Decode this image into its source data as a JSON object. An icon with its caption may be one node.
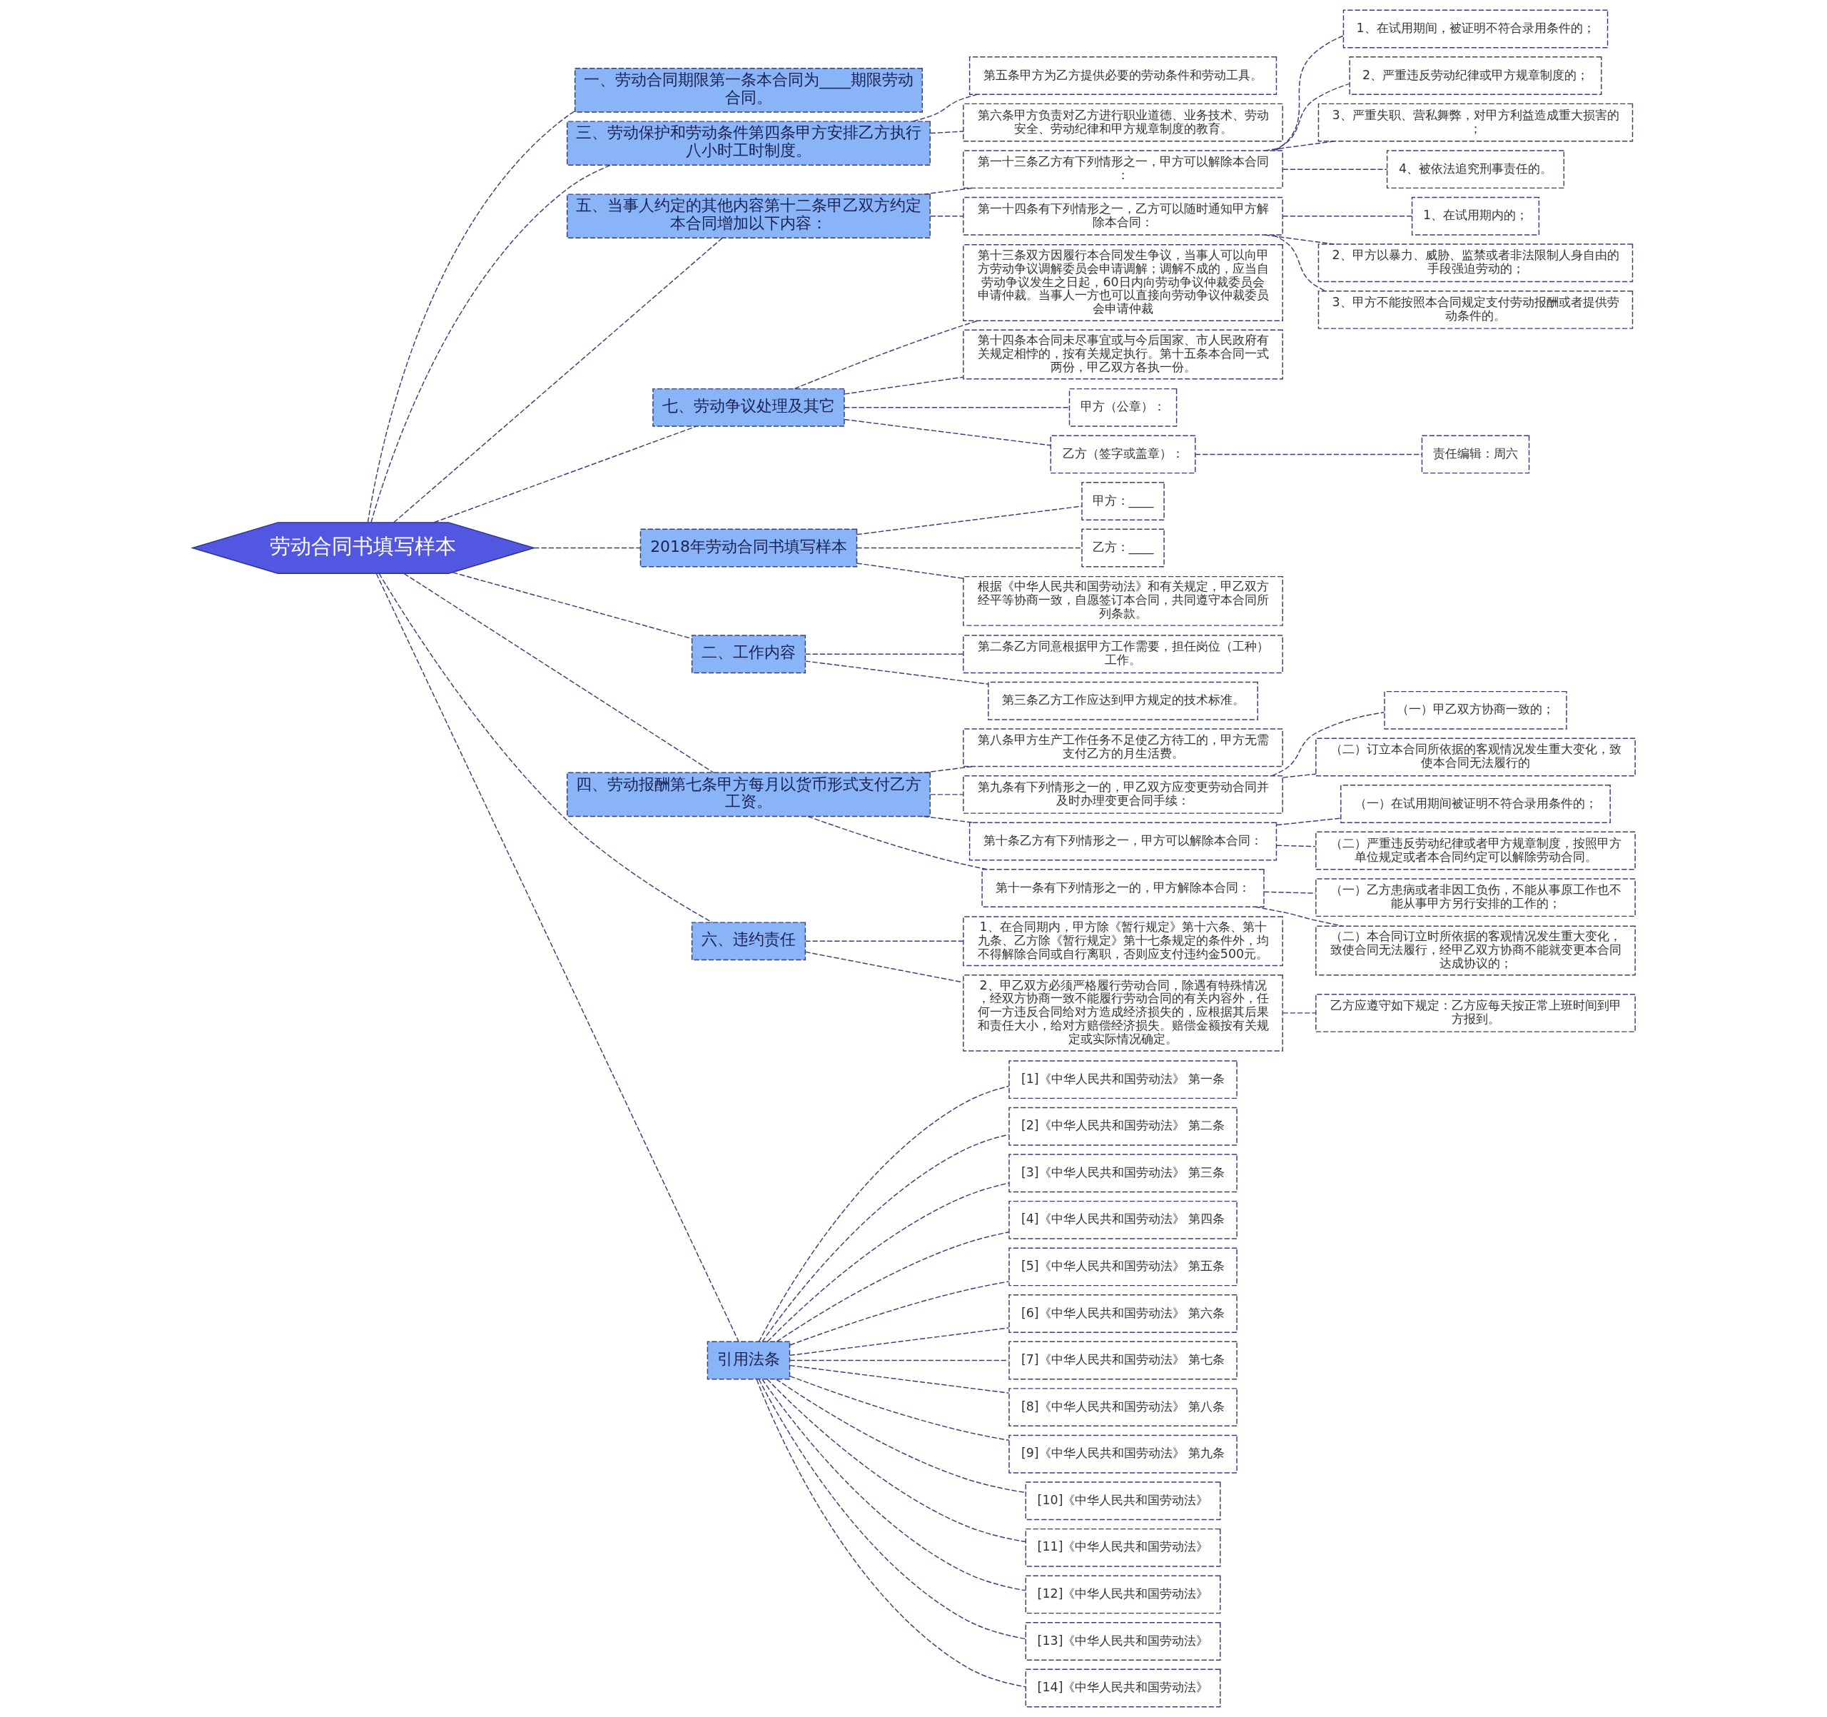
{
  "diagram": {
    "nodes": [
      {
        "text": [
          "劳动合同书填写样本"
        ]
      },
      {
        "text": [
          "一、劳动合同期限第一条本合同为____期限劳动合同。"
        ]
      },
      {
        "text": [
          "三、劳动保护和劳动条件第四条甲方安排乙方执行八小时工时制度。"
        ]
      },
      {
        "text": [
          "第五条甲方为乙方提供必要的劳动条件和劳动工具。"
        ]
      },
      {
        "text": [
          "第六条甲方负责对乙方进行职业道德、业务技术、劳动安全、劳动纪律和甲方规章制度的教育。"
        ]
      },
      {
        "text": [
          "五、当事人约定的其他内容第十二条甲乙双方约定本合同增加以下内容："
        ]
      },
      {
        "text": [
          "第一十三条乙方有下列情形之一，甲方可以解除本合同："
        ]
      },
      {
        "text": [
          "1、在试用期间，被证明不符合录用条件的；"
        ]
      },
      {
        "text": [
          "2、严重违反劳动纪律或甲方规章制度的；"
        ]
      },
      {
        "text": [
          "3、严重失职、营私舞弊，对甲方利益造成重大损害的；"
        ]
      },
      {
        "text": [
          "4、被依法追究刑事责任的。"
        ]
      },
      {
        "text": [
          "第一十四条有下列情形之一，乙方可以随时通知甲方解除本合同："
        ]
      },
      {
        "text": [
          "1、在试用期内的；"
        ]
      },
      {
        "text": [
          "2、甲方以暴力、威胁、监禁或者非法限制人身自由的手段强迫劳动的；"
        ]
      },
      {
        "text": [
          "3、甲方不能按照本合同规定支付劳动报酬或者提供劳动条件的。"
        ]
      },
      {
        "text": [
          "七、劳动争议处理及其它"
        ]
      },
      {
        "text": [
          "第十三条双方因履行本合同发生争议，当事人可以向甲方劳动争议调解委员会申请调解；调解不成的，应当自劳动争议发生之日起，60日内向劳动争议仲裁委员会申请仲裁。当事人一方也可以直接向劳动争议仲裁委员会申请仲裁"
        ]
      },
      {
        "text": [
          "第十四条本合同未尽事宜或与今后国家、市人民政府有关规定相悖的，按有关规定执行。第十五条本合同一式两份，甲乙双方各执一份。"
        ]
      },
      {
        "text": [
          "甲方（公章）："
        ]
      },
      {
        "text": [
          "乙方（签字或盖章）："
        ]
      },
      {
        "text": [
          "责任编辑：周六"
        ]
      },
      {
        "text": [
          "2018年劳动合同书填写样本"
        ]
      },
      {
        "text": [
          "甲方：____"
        ]
      },
      {
        "text": [
          "乙方：____"
        ]
      },
      {
        "text": [
          "根据《中华人民共和国劳动法》和有关规定，甲乙双方经平等协商一致，自愿签订本合同，共同遵守本合同所列条款。"
        ]
      },
      {
        "text": [
          "二、工作内容"
        ]
      },
      {
        "text": [
          "第二条乙方同意根据甲方工作需要，担任岗位（工种）工作。"
        ]
      },
      {
        "text": [
          "第三条乙方工作应达到甲方规定的技术标准。"
        ]
      },
      {
        "text": [
          "四、劳动报酬第七条甲方每月以货币形式支付乙方工资。"
        ]
      },
      {
        "text": [
          "第八条甲方生产工作任务不足使乙方待工的，甲方无需支付乙方的月生活费。"
        ]
      },
      {
        "text": [
          "第九条有下列情形之一的，甲乙双方应变更劳动合同并及时办理变更合同手续："
        ]
      },
      {
        "text": [
          "（一）甲乙双方协商一致的；"
        ]
      },
      {
        "text": [
          "（二）订立本合同所依据的客观情况发生重大变化，致使本合同无法履行的"
        ]
      },
      {
        "text": [
          "第十条乙方有下列情形之一，甲方可以解除本合同："
        ]
      },
      {
        "text": [
          "（一）在试用期间被证明不符合录用条件的；"
        ]
      },
      {
        "text": [
          "（二）严重违反劳动纪律或者甲方规章制度，按照甲方单位规定或者本合同约定可以解除劳动合同。"
        ]
      },
      {
        "text": [
          "第十一条有下列情形之一的，甲方解除本合同："
        ]
      },
      {
        "text": [
          "（一）乙方患病或者非因工负伤，不能从事原工作也不能从事甲方另行安排的工作的；"
        ]
      },
      {
        "text": [
          "（二）本合同订立时所依据的客观情况发生重大变化，致使合同无法履行，经甲乙双方协商不能就变更本合同达成协议的；"
        ]
      },
      {
        "text": [
          "六、违约责任"
        ]
      },
      {
        "text": [
          "1、在合同期内，甲方除《暂行规定》第十六条、第十九条、乙方除《暂行规定》第十七条规定的条件外，均不得解除合同或自行离职，否则应支付违约金500元。"
        ]
      },
      {
        "text": [
          "2、甲乙双方必须严格履行劳动合同，除遇有特殊情况，经双方协商一致不能履行劳动合同的有关内容外，任何一方违反合同给对方造成经济损失的，应根据其后果和责任大小，给对方赔偿经济损失。赔偿金额按有关规定或实际情况确定。"
        ]
      },
      {
        "text": [
          "乙方应遵守如下规定：乙方应每天按正常上班时间到甲方报到。"
        ]
      },
      {
        "text": [
          "引用法条"
        ]
      },
      {
        "text": [
          "[1]《中华人民共和国劳动法》 第一条"
        ]
      },
      {
        "text": [
          "[2]《中华人民共和国劳动法》 第二条"
        ]
      },
      {
        "text": [
          "[3]《中华人民共和国劳动法》 第三条"
        ]
      },
      {
        "text": [
          "[4]《中华人民共和国劳动法》 第四条"
        ]
      },
      {
        "text": [
          "[5]《中华人民共和国劳动法》 第五条"
        ]
      },
      {
        "text": [
          "[6]《中华人民共和国劳动法》 第六条"
        ]
      },
      {
        "text": [
          "[7]《中华人民共和国劳动法》 第七条"
        ]
      },
      {
        "text": [
          "[8]《中华人民共和国劳动法》 第八条"
        ]
      },
      {
        "text": [
          "[9]《中华人民共和国劳动法》 第九条"
        ]
      },
      {
        "text": [
          "[10]《中华人民共和国劳动法》"
        ]
      },
      {
        "text": [
          "[11]《中华人民共和国劳动法》"
        ]
      },
      {
        "text": [
          "[12]《中华人民共和国劳动法》"
        ]
      },
      {
        "text": [
          "[13]《中华人民共和国劳动法》"
        ]
      },
      {
        "text": [
          "[14]《中华人民共和国劳动法》"
        ]
      }
    ],
    "edges": [
      {
        "from": 0,
        "to": 1,
        "arrow": "none"
      },
      {
        "from": 0,
        "to": 2,
        "arrow": "none"
      },
      {
        "from": 2,
        "to": 3,
        "arrow": "none"
      },
      {
        "from": 2,
        "to": 4,
        "arrow": "none"
      },
      {
        "from": 0,
        "to": 5,
        "arrow": "none"
      },
      {
        "from": 5,
        "to": 6,
        "arrow": "none"
      },
      {
        "from": 6,
        "to": 7,
        "arrow": "none"
      },
      {
        "from": 6,
        "to": 8,
        "arrow": "none"
      },
      {
        "from": 6,
        "to": 9,
        "arrow": "none"
      },
      {
        "from": 6,
        "to": 10,
        "arrow": "none"
      },
      {
        "from": 5,
        "to": 11,
        "arrow": "none"
      },
      {
        "from": 11,
        "to": 12,
        "arrow": "none"
      },
      {
        "from": 11,
        "to": 13,
        "arrow": "none"
      },
      {
        "from": 11,
        "to": 14,
        "arrow": "none"
      },
      {
        "from": 0,
        "to": 15,
        "arrow": "none"
      },
      {
        "from": 15,
        "to": 16,
        "arrow": "none"
      },
      {
        "from": 15,
        "to": 17,
        "arrow": "none"
      },
      {
        "from": 15,
        "to": 18,
        "arrow": "none"
      },
      {
        "from": 15,
        "to": 19,
        "arrow": "none"
      },
      {
        "from": 19,
        "to": 20,
        "arrow": "none"
      },
      {
        "from": 0,
        "to": 21,
        "arrow": "none"
      },
      {
        "from": 21,
        "to": 22,
        "arrow": "none"
      },
      {
        "from": 21,
        "to": 23,
        "arrow": "none"
      },
      {
        "from": 21,
        "to": 24,
        "arrow": "none"
      },
      {
        "from": 0,
        "to": 25,
        "arrow": "none"
      },
      {
        "from": 25,
        "to": 26,
        "arrow": "none"
      },
      {
        "from": 25,
        "to": 27,
        "arrow": "none"
      },
      {
        "from": 0,
        "to": 28,
        "arrow": "none"
      },
      {
        "from": 28,
        "to": 29,
        "arrow": "none"
      },
      {
        "from": 28,
        "to": 30,
        "arrow": "none"
      },
      {
        "from": 30,
        "to": 31,
        "arrow": "none"
      },
      {
        "from": 30,
        "to": 32,
        "arrow": "none"
      },
      {
        "from": 28,
        "to": 33,
        "arrow": "none"
      },
      {
        "from": 33,
        "to": 34,
        "arrow": "none"
      },
      {
        "from": 33,
        "to": 35,
        "arrow": "none"
      },
      {
        "from": 28,
        "to": 36,
        "arrow": "none"
      },
      {
        "from": 36,
        "to": 37,
        "arrow": "none"
      },
      {
        "from": 36,
        "to": 38,
        "arrow": "none"
      },
      {
        "from": 0,
        "to": 39,
        "arrow": "none"
      },
      {
        "from": 39,
        "to": 40,
        "arrow": "none"
      },
      {
        "from": 39,
        "to": 41,
        "arrow": "none"
      },
      {
        "from": 41,
        "to": 42,
        "arrow": "none"
      },
      {
        "from": 0,
        "to": 43,
        "arrow": "none"
      },
      {
        "from": 43,
        "to": 44,
        "arrow": "none"
      },
      {
        "from": 43,
        "to": 45,
        "arrow": "none"
      },
      {
        "from": 43,
        "to": 46,
        "arrow": "none"
      },
      {
        "from": 43,
        "to": 47,
        "arrow": "none"
      },
      {
        "from": 43,
        "to": 48,
        "arrow": "none"
      },
      {
        "from": 43,
        "to": 49,
        "arrow": "none"
      },
      {
        "from": 43,
        "to": 50,
        "arrow": "none"
      },
      {
        "from": 43,
        "to": 51,
        "arrow": "none"
      },
      {
        "from": 43,
        "to": 52,
        "arrow": "none"
      },
      {
        "from": 43,
        "to": 53,
        "arrow": "none"
      },
      {
        "from": 43,
        "to": 54,
        "arrow": "none"
      },
      {
        "from": 43,
        "to": 55,
        "arrow": "none"
      },
      {
        "from": 43,
        "to": 56,
        "arrow": "none"
      },
      {
        "from": 43,
        "to": 57,
        "arrow": "none"
      }
    ]
  }
}
